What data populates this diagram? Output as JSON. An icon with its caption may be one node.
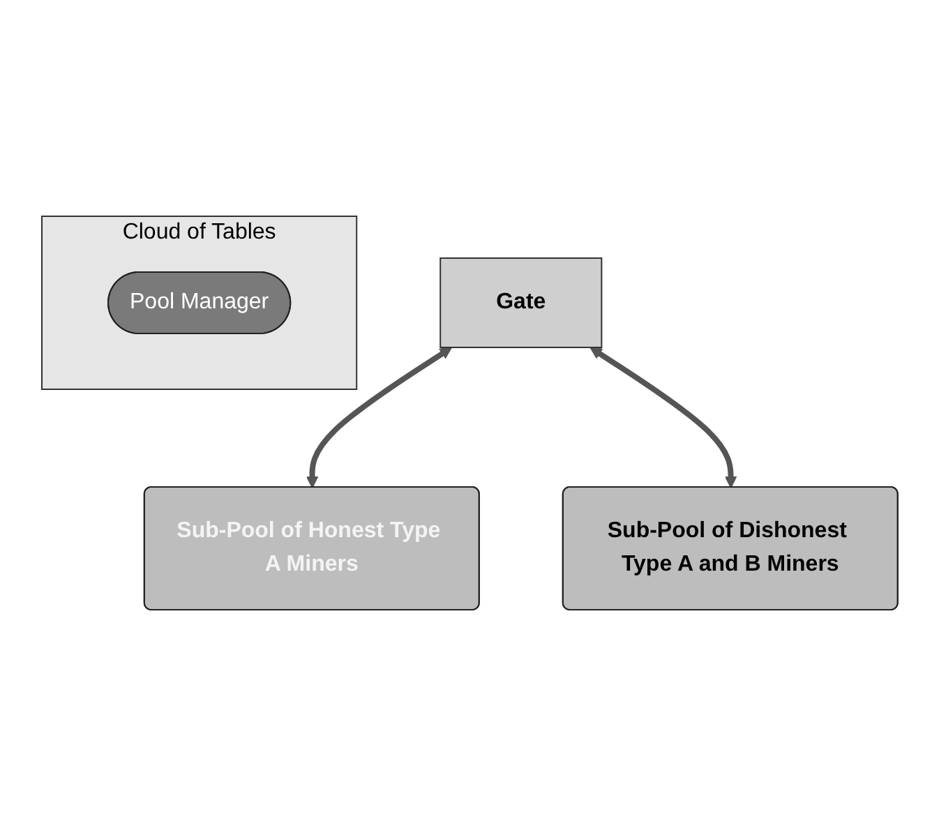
{
  "diagram": {
    "nodes": [
      {
        "text": [
          "Cloud of Tables"
        ]
      },
      {
        "text": [
          "Pool Manager"
        ],
        "in": 0
      },
      {
        "text": [
          "Gate"
        ]
      },
      {
        "text": [
          "Sub-Pool of Honest Type A Miners"
        ]
      },
      {
        "text": [
          "Sub-Pool of Dishonest Type A and B Miners"
        ]
      }
    ],
    "edges": [
      {
        "from": 2,
        "to": 3,
        "arrow": "both"
      },
      {
        "from": 2,
        "to": 4,
        "arrow": "both"
      }
    ]
  }
}
